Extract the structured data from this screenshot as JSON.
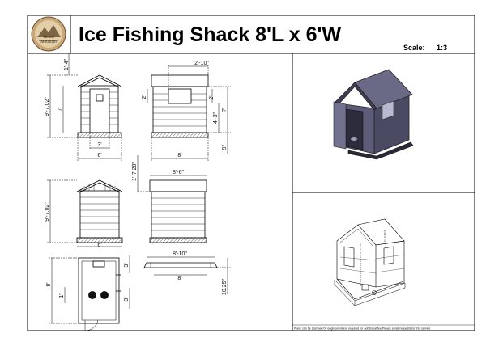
{
  "title_block": {
    "title": "Ice Fishing Shack 8'L x 6'W",
    "scale_label": "Scale:",
    "scale_value": "1:3",
    "logo_line1": "Timber",
    "logo_line2": "Mountain"
  },
  "front_view": {
    "overhang": "1'-4\"",
    "total_height": "9'-7.02\"",
    "wall_height": "7'",
    "door_width": "3'",
    "width": "6'"
  },
  "side_view": {
    "top_width": "2'-10\"",
    "window": "2'",
    "lower": "4'-3\"",
    "wall_height": "7'",
    "base": "9\"",
    "length": "8'"
  },
  "back_view": {
    "roof_rise": "1'-7.28\"",
    "total_height": "9'-7.02\"",
    "width": "6'"
  },
  "side2_view": {
    "overall": "8'-6\""
  },
  "plan_view": {
    "length": "8'",
    "door_offset": "3'",
    "hole_size": "1'",
    "skid_length": "8'-10\"",
    "skid_inner": "8'",
    "skid_height": "10.25\""
  },
  "footer": {
    "note": "Plans can be stamped by engineer where required for additional fee.Please email requests for this service"
  }
}
